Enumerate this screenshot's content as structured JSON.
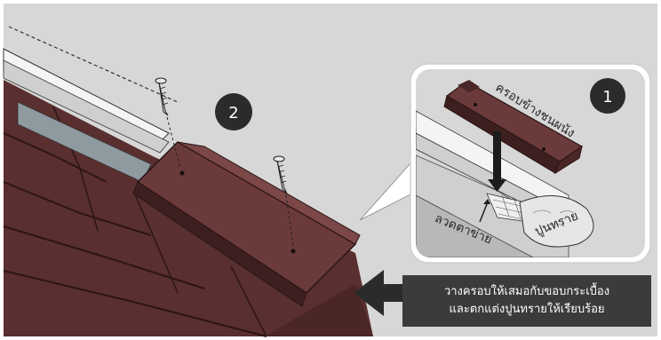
{
  "step_badges": {
    "step2": "2",
    "step1": "1"
  },
  "inset": {
    "ridge_cap_label": "ครอบข้างชนผนัง",
    "mortar_label": "ปูนทราย",
    "mesh_label": "ลวดตาข่าย"
  },
  "instruction": {
    "line1": "วางครอบให้เสมอกับขอบกระเบื้อง",
    "line2": "และตกแต่งปูนทรายให้เรียบร้อย"
  },
  "colors": {
    "background": "#d7d7d7",
    "tile_brown": "#5a2f2f",
    "tile_dark": "#3e1f1f",
    "flashing_gray": "#8f9aa0",
    "mortar": "#e6e6e6",
    "badge": "#2b2b2b",
    "callout_box": "#3b3b3b"
  },
  "icons": [
    "screw-icon",
    "arrow-left-icon",
    "arrow-down-icon",
    "arrow-up-icon"
  ]
}
